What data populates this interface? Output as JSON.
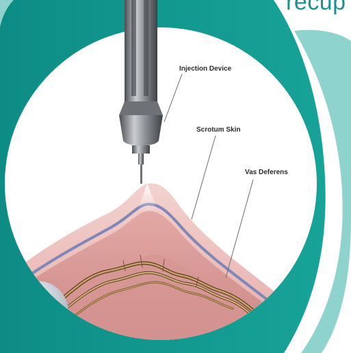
{
  "heading_fragment": "recup",
  "labels": {
    "injection_device": "Injection Device",
    "scrotum_skin": "Scrotum Skin",
    "vas_deferens": "Vas Deferens"
  },
  "colors": {
    "teal_dark": "#0f8f88",
    "teal_light": "#8fd3ce",
    "skin_pink": "#e8b8b4",
    "membrane_blue": "#7f86b8",
    "vas_brown": "#8a6a3a"
  }
}
